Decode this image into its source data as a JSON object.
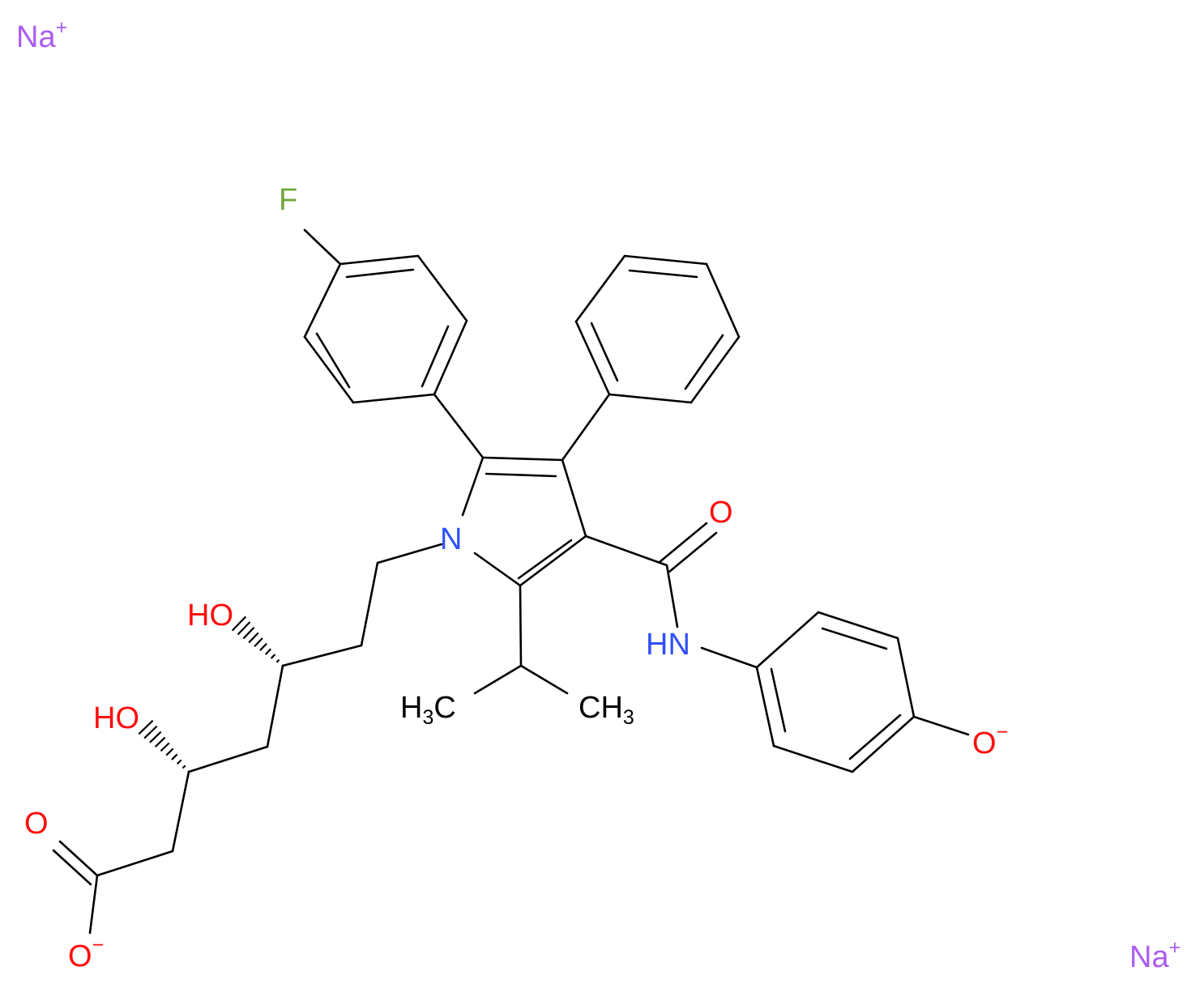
{
  "colors": {
    "bond": "#000000",
    "oxygen": "#ff0d0d",
    "nitrogen": "#3050f8",
    "fluorine": "#6fa83a",
    "sodium": "#ab5cf2"
  },
  "atoms": {
    "na_top": {
      "symbol": "Na",
      "charge": "+"
    },
    "na_bottom": {
      "symbol": "Na",
      "charge": "+"
    },
    "fluorine": {
      "symbol": "F"
    },
    "pyrrole_n": {
      "symbol": "N"
    },
    "amide_o": {
      "symbol": "O"
    },
    "amide_nh": {
      "symbol": "HN"
    },
    "phenoxide_o": {
      "symbol": "O",
      "charge": "−"
    },
    "hydroxyl_5": {
      "symbol": "HO"
    },
    "hydroxyl_3": {
      "symbol": "HO"
    },
    "carbonyl_o": {
      "symbol": "O"
    },
    "carboxylate_o": {
      "symbol": "O",
      "charge": "−"
    },
    "methyl_left": {
      "symbol": "H",
      "sub": "3",
      "tail": "C"
    },
    "methyl_right": {
      "symbol": "CH",
      "sub": "3"
    }
  }
}
